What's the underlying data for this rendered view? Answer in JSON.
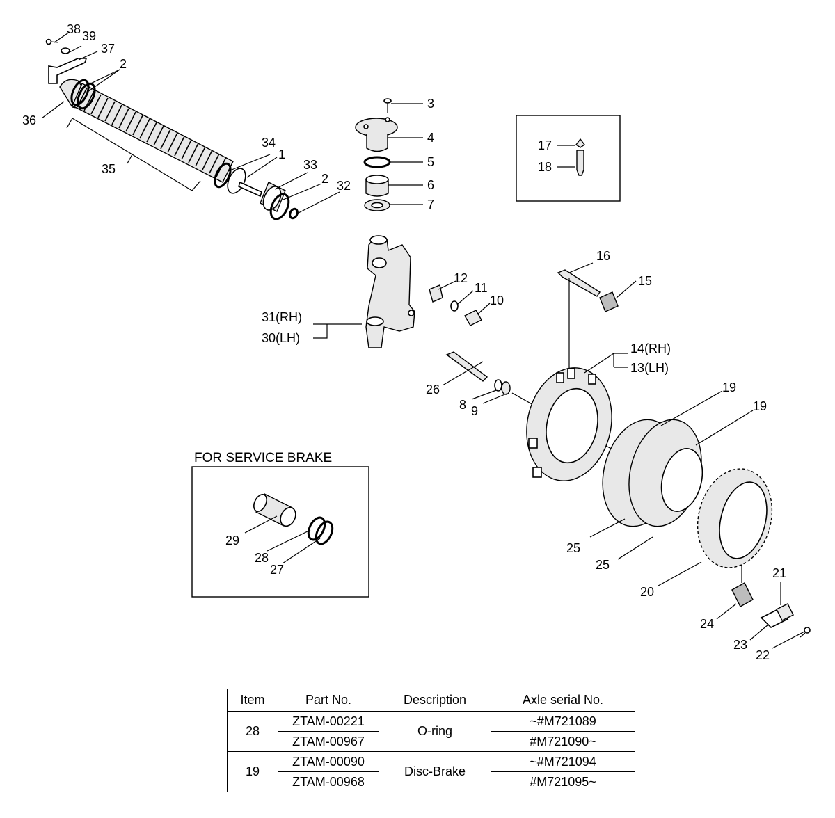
{
  "callouts": [
    "1",
    "2",
    "3",
    "4",
    "5",
    "6",
    "7",
    "8",
    "9",
    "10",
    "11",
    "12",
    "14(RH)",
    "13(LH)",
    "15",
    "16",
    "17",
    "18",
    "19",
    "20",
    "21",
    "22",
    "23",
    "24",
    "25",
    "26",
    "27",
    "28",
    "29",
    "31(RH)",
    "30(LH)",
    "32",
    "33",
    "34",
    "35",
    "36",
    "37",
    "38",
    "39"
  ],
  "service_box_title": "FOR SERVICE BRAKE",
  "table": {
    "headers": [
      "Item",
      "Part No.",
      "Description",
      "Axle serial No."
    ],
    "groups": [
      {
        "item": "28",
        "description": "O-ring",
        "rows": [
          {
            "part_no": "ZTAM-00221",
            "serial": "~#M721089"
          },
          {
            "part_no": "ZTAM-00967",
            "serial": "#M721090~"
          }
        ]
      },
      {
        "item": "19",
        "description": "Disc-Brake",
        "rows": [
          {
            "part_no": "ZTAM-00090",
            "serial": "~#M721094"
          },
          {
            "part_no": "ZTAM-00968",
            "serial": "#M721095~"
          }
        ]
      }
    ]
  }
}
